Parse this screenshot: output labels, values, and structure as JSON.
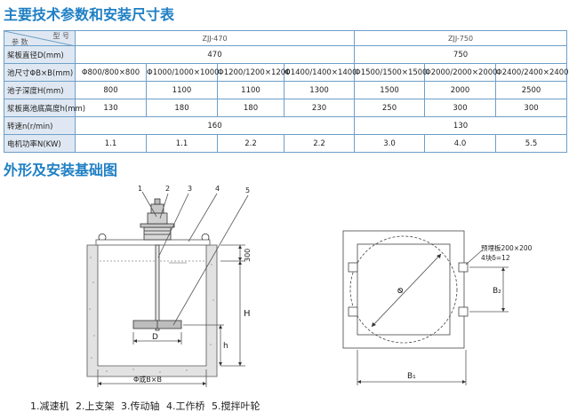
{
  "titles": {
    "specs": "主要技术参数和安装尺寸表",
    "diagram": "外形及安装基础图"
  },
  "table": {
    "corner_top": "型 号",
    "corner_bottom": "参 数",
    "models": [
      "ZJJ-470",
      "ZJJ-750"
    ],
    "rows": [
      {
        "label": "桨板直径D(mm)",
        "groups": [
          "470",
          "750"
        ]
      },
      {
        "label": "池尺寸ΦB×B(mm)",
        "cells": [
          "Φ800/800×800",
          "Φ1000/1000×1000",
          "Φ1200/1200×1200",
          "Φ1400/1400×1400",
          "Φ1500/1500×1500",
          "Φ2000/2000×2000",
          "Φ2400/2400×2400"
        ]
      },
      {
        "label": "池子深度H(mm)",
        "cells": [
          "800",
          "1100",
          "1100",
          "1300",
          "1500",
          "2000",
          "2500"
        ]
      },
      {
        "label": "浆板离池底高度h(mm)",
        "cells": [
          "130",
          "180",
          "180",
          "230",
          "250",
          "300",
          "300"
        ]
      },
      {
        "label": "转速n(r/min)",
        "groups": [
          "160",
          "130"
        ]
      },
      {
        "label": "电机功率N(KW)",
        "cells": [
          "1.1",
          "1.1",
          "2.2",
          "2.2",
          "3.0",
          "4.0",
          "5.5"
        ]
      }
    ]
  },
  "diagram": {
    "callouts": [
      "1",
      "2",
      "3",
      "4",
      "5"
    ],
    "dim_300": "300",
    "dim_H": "H",
    "dim_h": "h",
    "dim_D": "D",
    "dim_width": "Φ或B×B",
    "plate_label_1": "预埋板200×200",
    "plate_label_2": "4块δ=12",
    "dim_B2": "B₂",
    "dim_B1": "B₁",
    "phi": "Φ"
  },
  "caption": [
    "1.减速机",
    "2.上支架",
    "3.传动轴",
    "4.工作桥",
    "5.搅拌叶轮"
  ]
}
